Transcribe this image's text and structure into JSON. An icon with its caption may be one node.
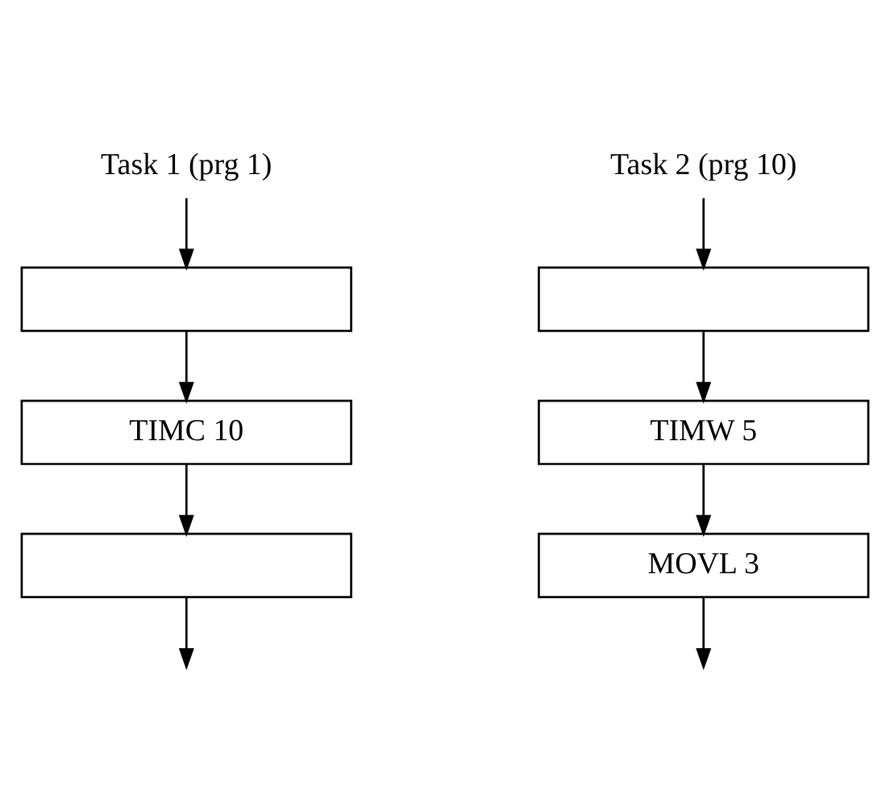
{
  "diagram": {
    "nodes": [
      {
        "text": [
          "Task 1 (prg 1)"
        ]
      },
      {
        "text": [],
        "shape": "box"
      },
      {
        "text": [
          "TIMC 10"
        ]
      },
      {
        "text": [],
        "shape": "box"
      },
      {
        "text": [
          "Task 2 (prg 10)"
        ]
      },
      {
        "text": [],
        "shape": "box"
      },
      {
        "text": [
          "TIMW 5"
        ]
      },
      {
        "text": [
          "MOVL 3"
        ]
      }
    ],
    "edges": [
      {
        "from": 0,
        "to": 1,
        "arrow": "to"
      },
      {
        "from": 1,
        "to": 2,
        "arrow": "to"
      },
      {
        "from": 2,
        "to": 3,
        "arrow": "to"
      },
      {
        "from": 3,
        "to": null,
        "arrow": "to"
      },
      {
        "from": 4,
        "to": 5,
        "arrow": "to"
      },
      {
        "from": 5,
        "to": 6,
        "arrow": "to"
      },
      {
        "from": 6,
        "to": 7,
        "arrow": "to"
      },
      {
        "from": 7,
        "to": null,
        "arrow": "to"
      }
    ]
  }
}
